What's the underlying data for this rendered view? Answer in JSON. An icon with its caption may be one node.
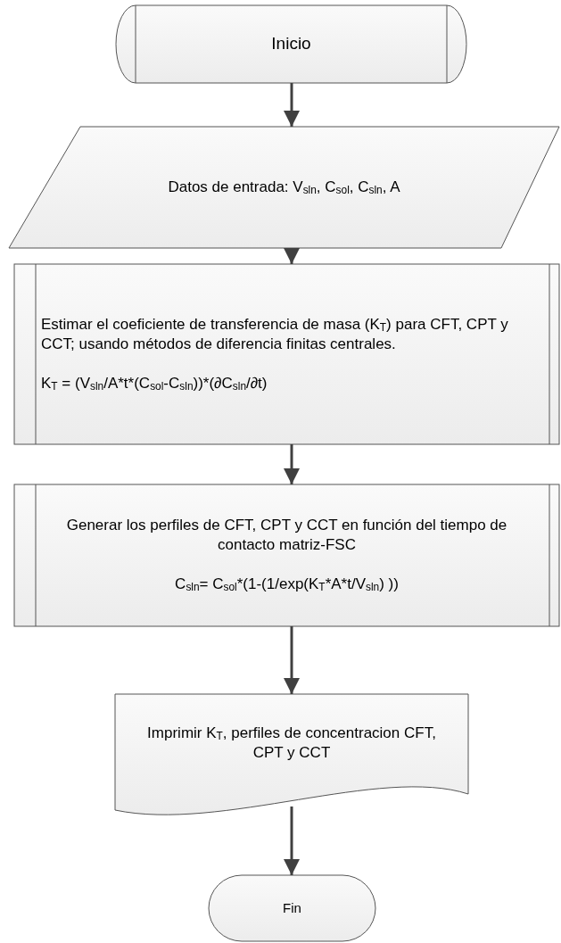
{
  "diagram": {
    "nodes": [
      {
        "text": [
          "Inicio"
        ]
      },
      {
        "text": [
          "Datos de entrada: V$_{sln}$, C$_{sol}$, C$_{sln}$, A"
        ]
      },
      {
        "text": [
          "Estimar el coeficiente de transferencia de masa (K$_{T}$) para CFT, CPT y CCT; usando métodos de diferencia finitas centrales.",
          "K$_{T}$ = (V$_{sln}$/A*t*(C$_{sol}$-C$_{sln}$))*(∂C$_{sln}$/∂t)"
        ]
      },
      {
        "text": [
          "Generar los perfiles de CFT, CPT y CCT en función del tiempo de contacto matriz-FSC",
          "C$_{sln}$= C$_{sol}$*(1-(1/exp(K$_{T}$*A*t/V$_{sln}$) ))"
        ]
      },
      {
        "text": [
          "Imprimir K$_{T}$, perfiles de concentracion CFT, CPT y CCT"
        ]
      },
      {
        "text": [
          "Fin"
        ]
      }
    ],
    "edges": [
      {
        "from": 0,
        "to": 1,
        "arrow": "to"
      },
      {
        "from": 1,
        "to": 2,
        "arrow": "to"
      },
      {
        "from": 2,
        "to": 3,
        "arrow": "to"
      },
      {
        "from": 3,
        "to": 4,
        "arrow": "to"
      },
      {
        "from": 4,
        "to": 5,
        "arrow": "to"
      }
    ]
  }
}
